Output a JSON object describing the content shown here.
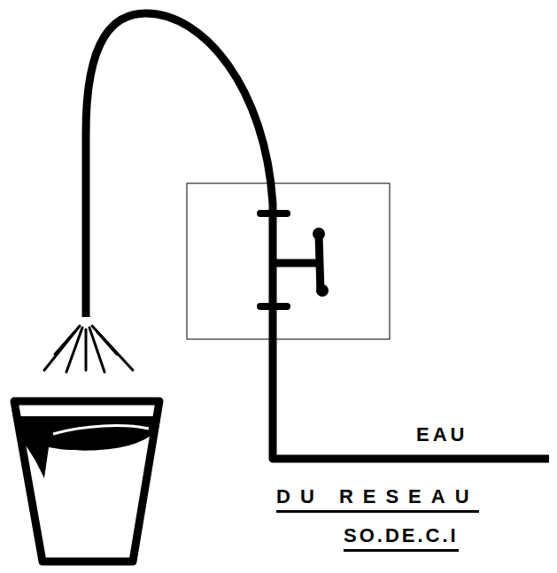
{
  "diagram": {
    "labels": [
      "EAU",
      "DU RESEAU",
      "SO.DE.C.I"
    ]
  }
}
